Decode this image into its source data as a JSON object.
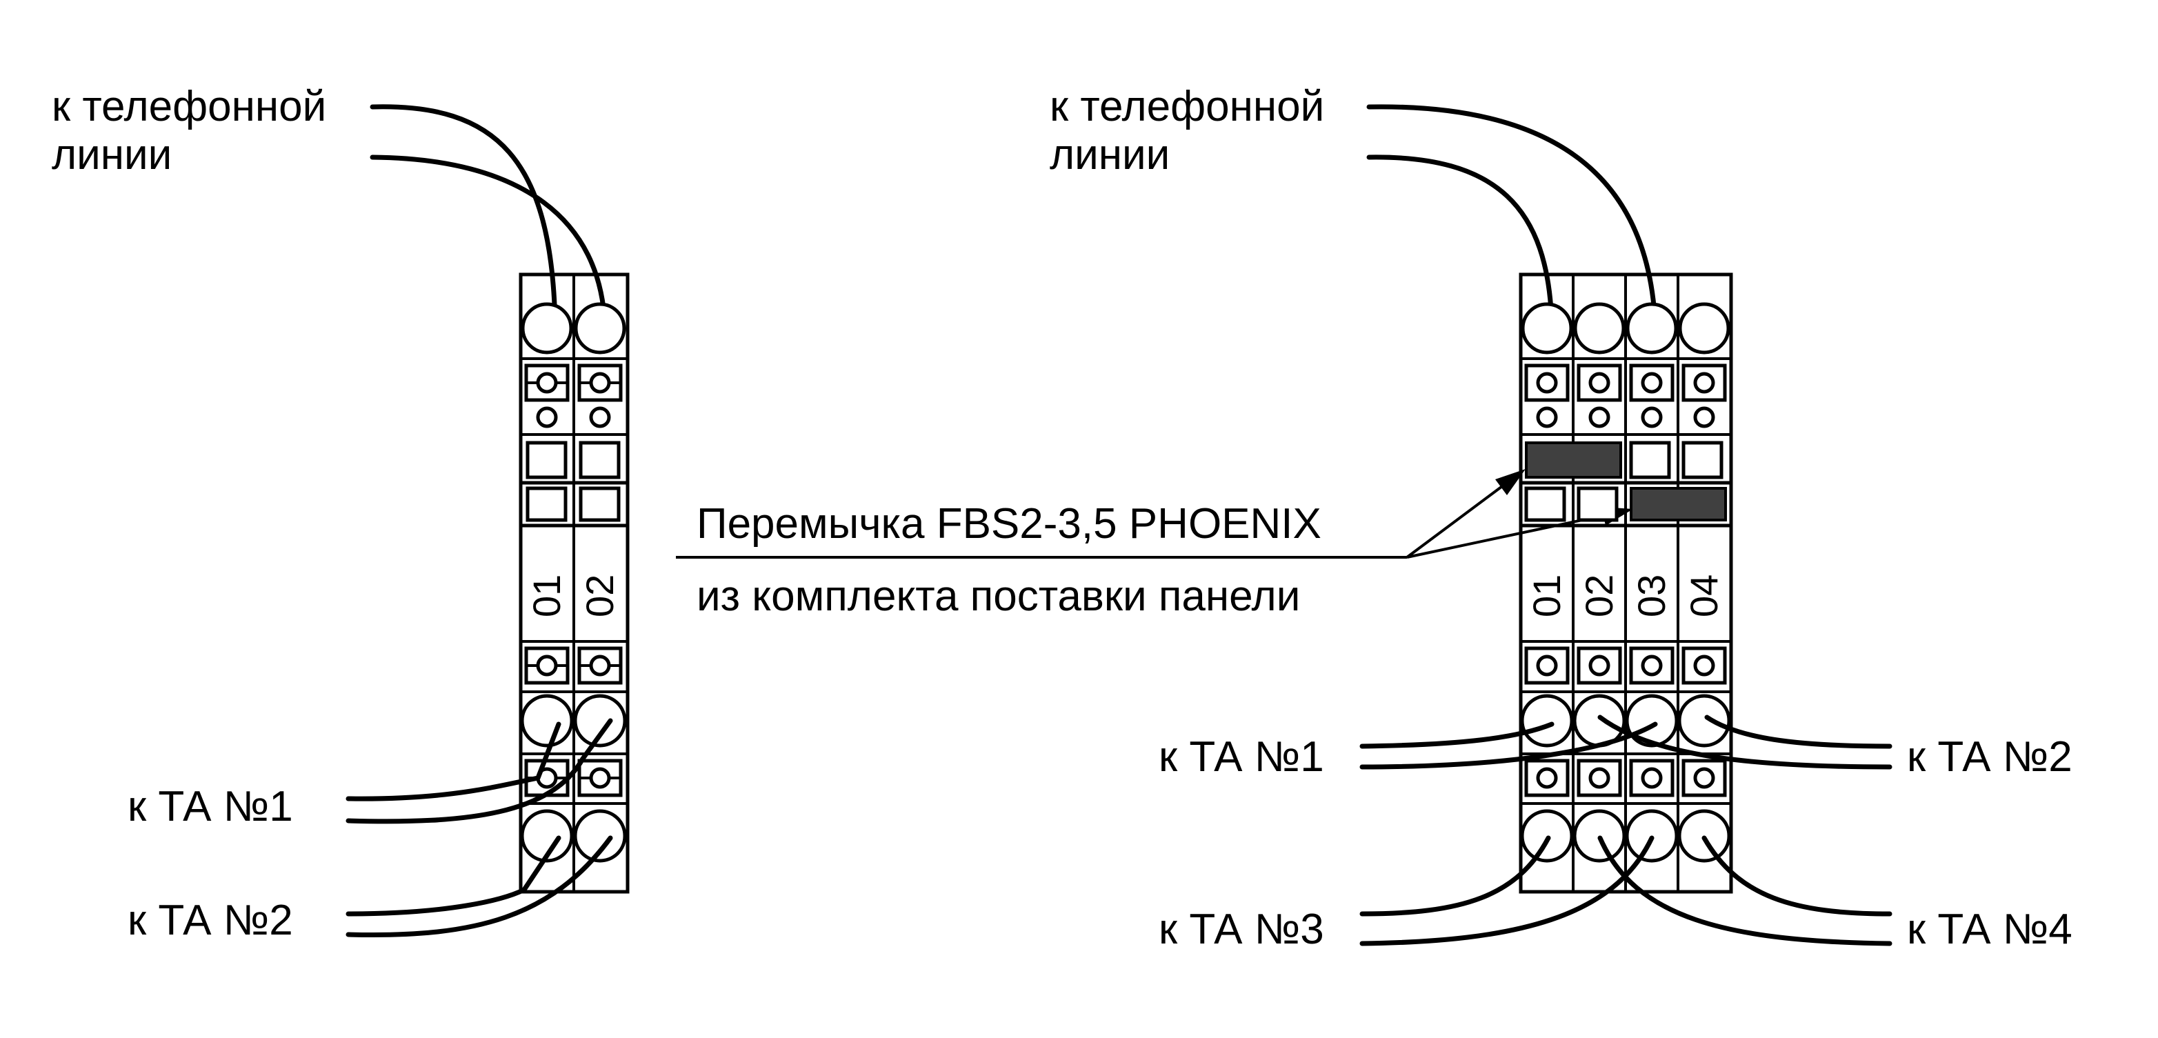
{
  "left_block": {
    "line_label_1": "к телефонной",
    "line_label_2": "линии",
    "terminal_numbers": [
      "01",
      "02"
    ],
    "ta1_label": "к ТА №1",
    "ta2_label": "к ТА №2"
  },
  "right_block": {
    "line_label_1": "к телефонной",
    "line_label_2": "линии",
    "terminal_numbers": [
      "01",
      "02",
      "03",
      "04"
    ],
    "ta1_label": "к ТА №1",
    "ta2_label": "к ТА №2",
    "ta3_label": "к ТА №3",
    "ta4_label": "к ТА №4"
  },
  "jumper_callout": {
    "line1": "Перемычка FBS2-3,5 PHOENIX",
    "line2": "из комплекта поставки панели"
  }
}
